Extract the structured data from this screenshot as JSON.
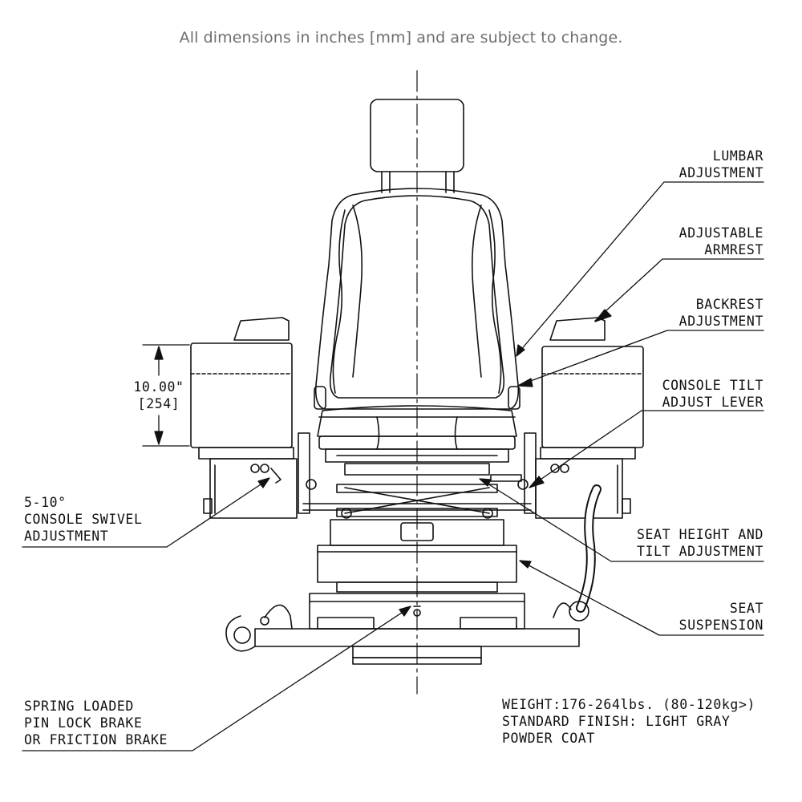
{
  "header_note": "All dimensions in inches [mm] and are subject to change.",
  "callouts": {
    "lumbar": [
      "LUMBAR",
      "ADJUSTMENT"
    ],
    "armrest": [
      "ADJUSTABLE",
      "ARMREST"
    ],
    "backrest": [
      "BACKREST",
      "ADJUSTMENT"
    ],
    "console_tilt": [
      "CONSOLE TILT",
      "ADJUST LEVER"
    ],
    "console_swivel": [
      "5-10°",
      "CONSOLE SWIVEL",
      "ADJUSTMENT"
    ],
    "seat_height": [
      "SEAT HEIGHT AND",
      "TILT ADJUSTMENT"
    ],
    "suspension": [
      "SEAT",
      "SUSPENSION"
    ],
    "brake": [
      "SPRING LOADED",
      "PIN LOCK BRAKE",
      "OR FRICTION BRAKE"
    ]
  },
  "dimension": {
    "value": "10.00\"",
    "metric": "[254]"
  },
  "specs": [
    "WEIGHT:176-264lbs. (80-120kg>)",
    "STANDARD FINISH: LIGHT GRAY",
    "POWDER COAT"
  ],
  "colors": {
    "line": "#111111",
    "header_text": "#6e6e6e"
  }
}
